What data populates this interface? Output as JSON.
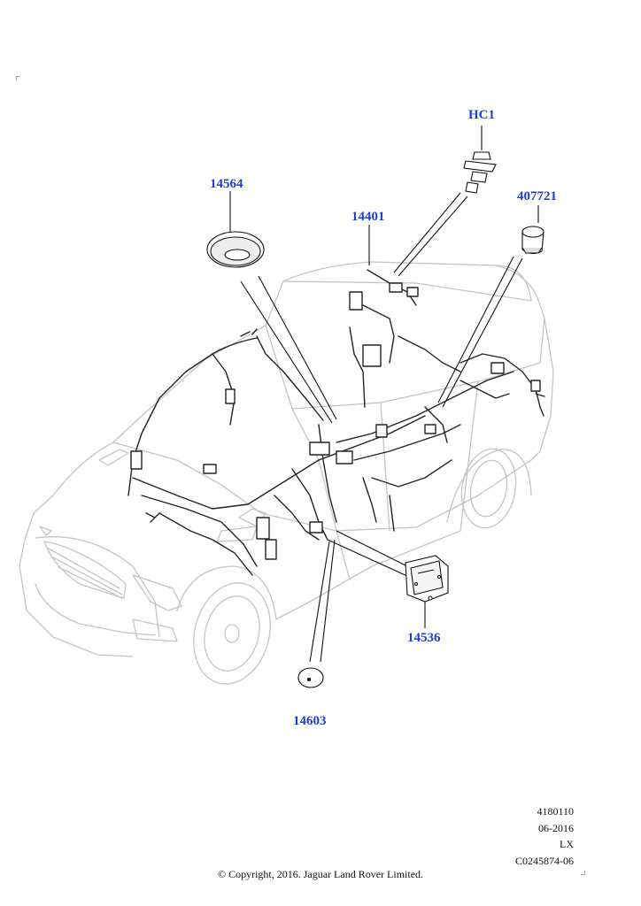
{
  "parts": {
    "hc1": {
      "label": "HC1"
    },
    "p14564": {
      "label": "14564"
    },
    "p407721": {
      "label": "407721"
    },
    "p14401": {
      "label": "14401"
    },
    "p14536": {
      "label": "14536"
    },
    "p14603": {
      "label": "14603"
    }
  },
  "meta": {
    "line1": "4180110",
    "line2": "06-2016",
    "line3": "LX",
    "line4": "C0245874-06"
  },
  "copyright": "© Copyright, 2016. Jaguar Land Rover Limited.",
  "colors": {
    "label": "#1a3fd6",
    "car_outline": "#c4c4c4",
    "harness": "#222222"
  }
}
